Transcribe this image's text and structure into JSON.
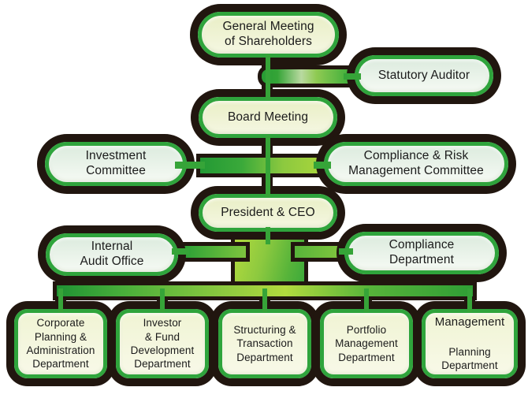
{
  "palette": {
    "outline": "#21160f",
    "node_border_green": "#2fa43c",
    "line_green": "#36a438",
    "conn_dark_green": "#239934",
    "conn_mid_green": "#57b43a",
    "conn_light_green": "#a6d43c",
    "fill_yellow_top": "#e9efc6",
    "fill_yellow_bottom": "#f5f7e2",
    "fill_mint_top": "#dcebde",
    "fill_mint_bottom": "#f6faf4",
    "fill_cream_top": "#f0f4d4",
    "fill_cream_bottom": "#f8f9e8",
    "text": "#1b1b1b",
    "background": "#ffffff"
  },
  "nodes": {
    "general_meeting": {
      "label": "General Meeting\nof Shareholders"
    },
    "statutory_auditor": {
      "label": "Statutory Auditor"
    },
    "board_meeting": {
      "label": "Board Meeting"
    },
    "investment_committee": {
      "label": "Investment\nCommittee"
    },
    "compliance_risk_committee": {
      "label": "Compliance & Risk\nManagement Committee"
    },
    "president_ceo": {
      "label": "President & CEO"
    },
    "internal_audit_office": {
      "label": "Internal\nAudit Office"
    },
    "compliance_department": {
      "label": "Compliance\nDepartment"
    },
    "departments": [
      {
        "label": "Corporate\nPlanning &\nAdministration\nDepartment"
      },
      {
        "label": "Investor\n& Fund\nDevelopment\nDepartment"
      },
      {
        "label": "Structuring &\nTransaction\nDepartment"
      },
      {
        "label": "Portfolio\nManagement\nDepartment"
      },
      {
        "label_primary": "Management",
        "label_secondary": "Planning\nDepartment"
      }
    ]
  }
}
